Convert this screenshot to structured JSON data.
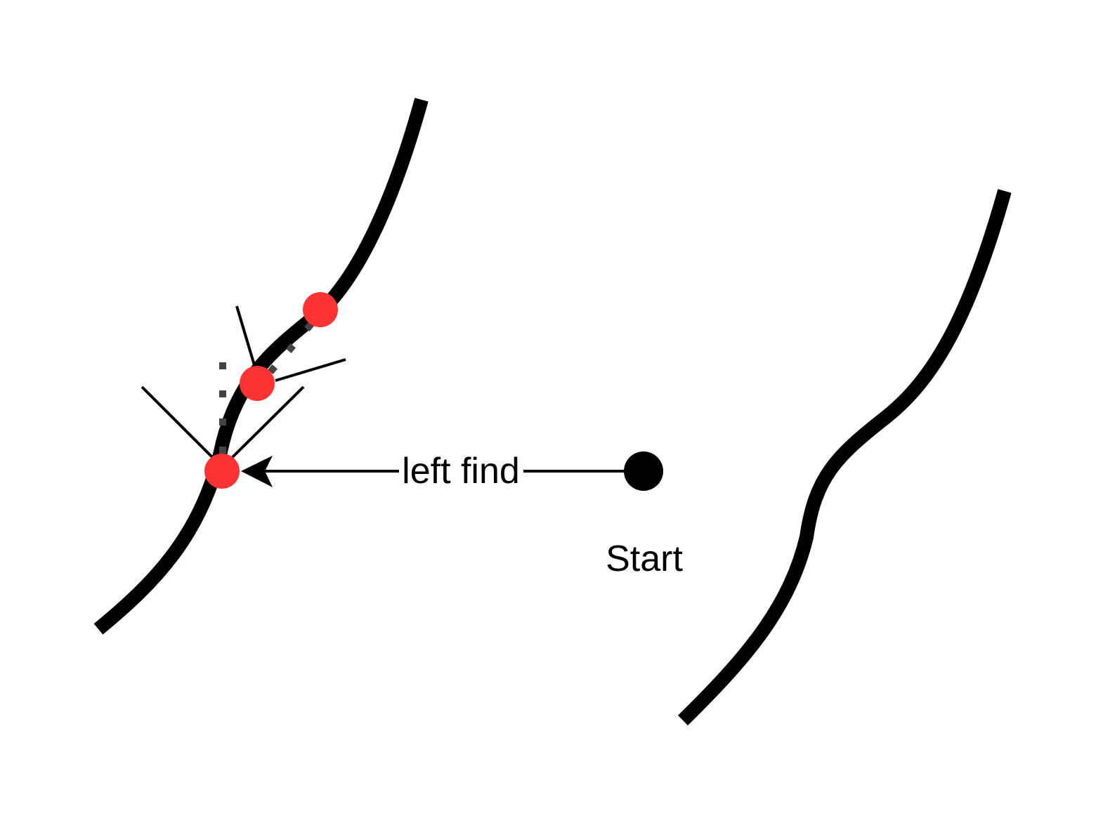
{
  "labels": {
    "arrow": "left find",
    "start": "Start"
  },
  "colors": {
    "curve": "#000000",
    "points": "#ff3333",
    "start_dot": "#000000",
    "dotted_trace": "#444444"
  },
  "elements": {
    "curves": [
      "left-curve",
      "right-curve"
    ],
    "found_points": 3,
    "search_rays": 4,
    "start_marker": "filled-circle",
    "direction": "left"
  }
}
